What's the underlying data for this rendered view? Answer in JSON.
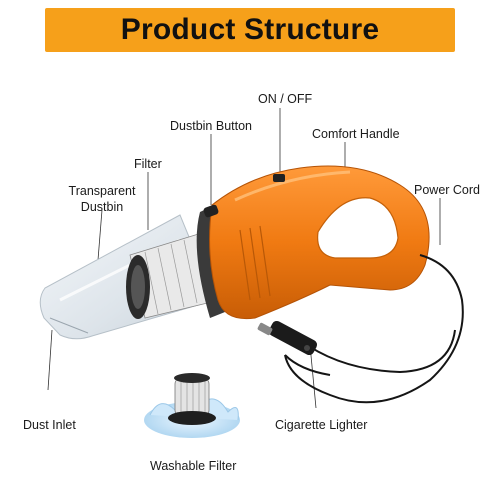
{
  "banner": {
    "title": "Product Structure"
  },
  "labels": {
    "on_off": "ON / OFF",
    "dustbin_button": "Dustbin Button",
    "comfort_handle": "Comfort Handle",
    "filter": "Filter",
    "transparent_line1": "Transparent",
    "transparent_line2": "Dustbin",
    "power_cord": "Power Cord",
    "dust_inlet": "Dust Inlet",
    "cigarette_lighter": "Cigarette Lighter",
    "washable_filter": "Washable Filter"
  },
  "colors": {
    "banner": "#f6a01a",
    "body_orange": "#f07a12",
    "body_dark_orange": "#c85d06",
    "cord": "#151515"
  }
}
